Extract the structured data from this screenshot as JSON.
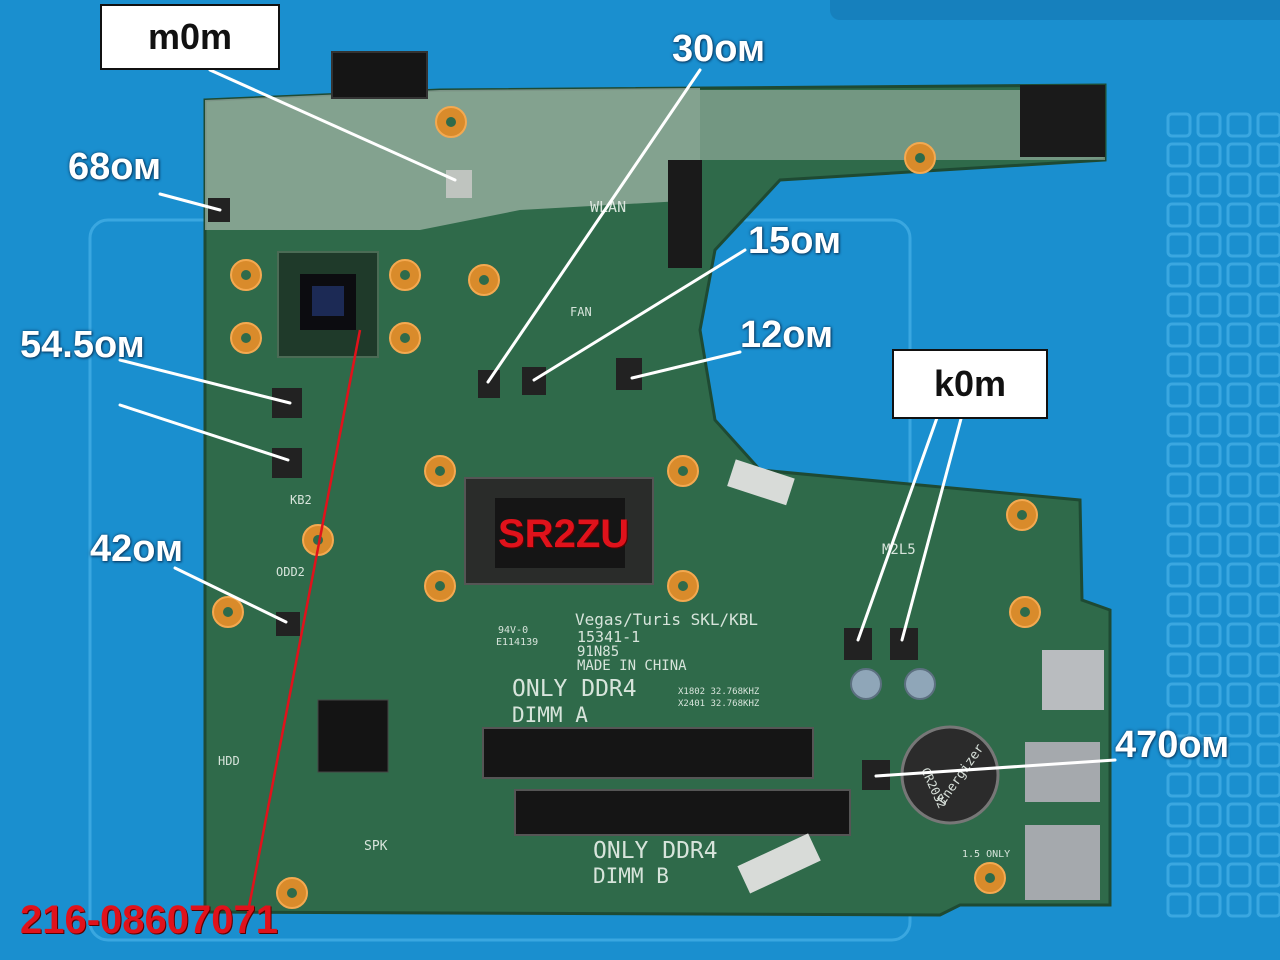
{
  "photo": {
    "background_color": "#1a8fcf",
    "board_color": "#2f6a4a",
    "silkscreen": {
      "wlan": "WLAN",
      "fan": "FAN",
      "kb2": "KB2",
      "odd2": "ODD2",
      "hdd": "HDD",
      "spk": "SPK",
      "m2l5": "M2L5",
      "board_name": "Vegas/Turis SKL/KBL",
      "board_number": "15341-1",
      "rev_code": "91N85",
      "made_in": "MADE IN CHINA",
      "ul_mark": "94V-0",
      "ul_file": "E114139",
      "dimm_a_type": "ONLY DDR4",
      "dimm_a_name": "DIMM A",
      "dimm_b_type": "ONLY DDR4",
      "dimm_b_name": "DIMM B",
      "crystal_1": "X1802 32.768KHZ",
      "crystal_2": "X2401 32.768KHZ",
      "battery_brand": "Energizer",
      "battery_model": "CR2032",
      "usb_note": "1.5 ONLY"
    }
  },
  "annotations": {
    "box_m0m": "m0m",
    "box_k0m": "k0m",
    "r_68": "68ом",
    "r_30": "30ом",
    "r_15": "15ом",
    "r_12": "12ом",
    "r_54_5": "54.5ом",
    "r_42": "42ом",
    "r_470": "470ом",
    "cpu_code": "SR2ZU",
    "gpu_code": "216-08607071"
  },
  "colors": {
    "label_text": "#ffffff",
    "cpu_code": "#e0121b",
    "gpu_code": "#e0121b",
    "pointer_line": "#ffffff",
    "red_line": "#e0121b"
  }
}
